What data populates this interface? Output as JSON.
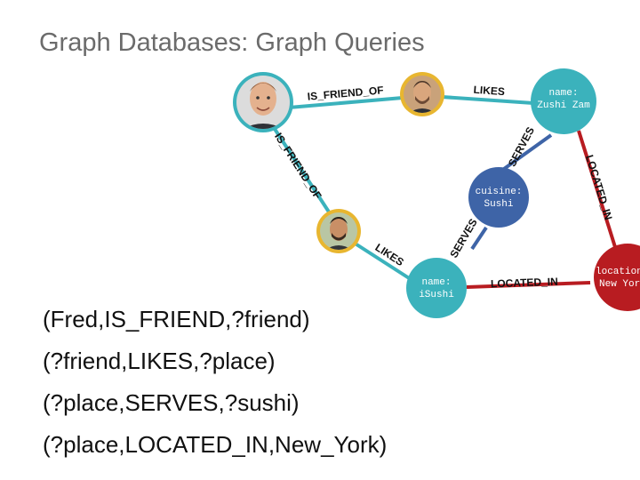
{
  "title": "Graph Databases: Graph Queries",
  "colors": {
    "teal": "#3bb2bc",
    "blue": "#3e64a7",
    "red": "#b81c21",
    "gold": "#e8b630",
    "title_gray": "#6b6b6b"
  },
  "graph": {
    "nodes": {
      "person1": {
        "icon": "person-photo-icon"
      },
      "person2": {
        "icon": "person-photo-icon"
      },
      "person3": {
        "icon": "person-photo-icon"
      },
      "zushi_zam": {
        "line1": "name:",
        "line2": "Zushi Zam"
      },
      "cuisine_sushi": {
        "line1": "cuisine:",
        "line2": "Sushi"
      },
      "isushi": {
        "line1": "name:",
        "line2": "iSushi"
      },
      "location_ny": {
        "line1": "location",
        "line2": "New York"
      }
    },
    "edges": {
      "is_friend_of_1": "IS_FRIEND_OF",
      "is_friend_of_2": "IS_FRIEND_OF",
      "likes_1": "LIKES",
      "likes_2": "LIKES",
      "serves_1": "SERVES",
      "serves_2": "SERVES",
      "located_in_1": "LOCATED_IN",
      "located_in_2": "LOCATED_IN"
    }
  },
  "queries": [
    "(Fred,IS_FRIEND,?friend)",
    "(?friend,LIKES,?place)",
    "(?place,SERVES,?sushi)",
    "(?place,LOCATED_IN,New_York)"
  ]
}
